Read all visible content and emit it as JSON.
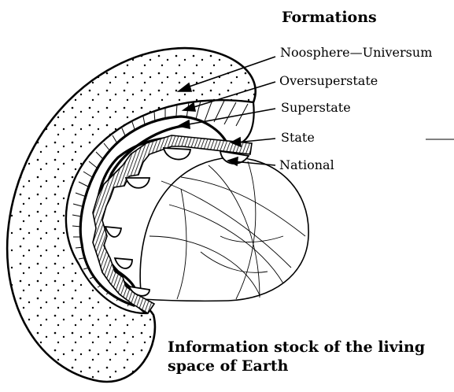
{
  "diagram": {
    "title": "Formations",
    "labels": [
      {
        "id": "noosphere",
        "text": "Noosphere—Universum"
      },
      {
        "id": "oversuperstate",
        "text": "Oversuperstate"
      },
      {
        "id": "superstate",
        "text": "Superstate"
      },
      {
        "id": "state",
        "text": "State"
      },
      {
        "id": "national",
        "text": "National"
      }
    ],
    "caption": {
      "line1": "Information stock of the living",
      "line2": "space of Earth"
    }
  }
}
